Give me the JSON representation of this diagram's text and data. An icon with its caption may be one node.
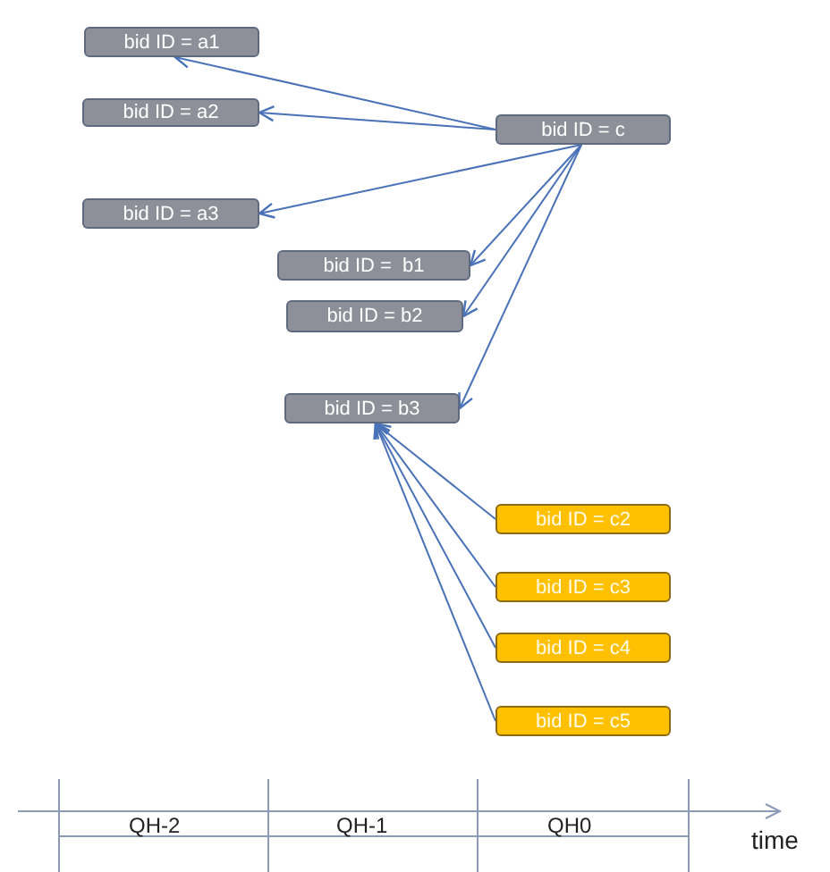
{
  "diagram": {
    "nodes": [
      {
        "text": [
          "bid ID = a1"
        ]
      },
      {
        "text": [
          "bid ID = a2"
        ]
      },
      {
        "text": [
          "bid ID = a3"
        ]
      },
      {
        "text": [
          "bid ID = c"
        ]
      },
      {
        "text": [
          "bid ID =  b1"
        ]
      },
      {
        "text": [
          "bid ID = b2"
        ]
      },
      {
        "text": [
          "bid ID = b3"
        ]
      },
      {
        "text": [
          "bid ID = c2"
        ]
      },
      {
        "text": [
          "bid ID = c3"
        ]
      },
      {
        "text": [
          "bid ID = c4"
        ]
      },
      {
        "text": [
          "bid ID = c5"
        ]
      }
    ],
    "edges": [
      {
        "from": 3,
        "to": 0,
        "arrow": "to"
      },
      {
        "from": 3,
        "to": 1,
        "arrow": "to"
      },
      {
        "from": 3,
        "to": 2,
        "arrow": "to"
      },
      {
        "from": 3,
        "to": 4,
        "arrow": "to"
      },
      {
        "from": 3,
        "to": 5,
        "arrow": "to"
      },
      {
        "from": 3,
        "to": 6,
        "arrow": "to"
      },
      {
        "from": 7,
        "to": 6,
        "arrow": "to"
      },
      {
        "from": 8,
        "to": 6,
        "arrow": "to"
      },
      {
        "from": 9,
        "to": 6,
        "arrow": "to"
      },
      {
        "from": 10,
        "to": 6,
        "arrow": "to"
      }
    ],
    "labels": [
      "QH-2",
      "QH-1",
      "QH0",
      "time"
    ]
  }
}
